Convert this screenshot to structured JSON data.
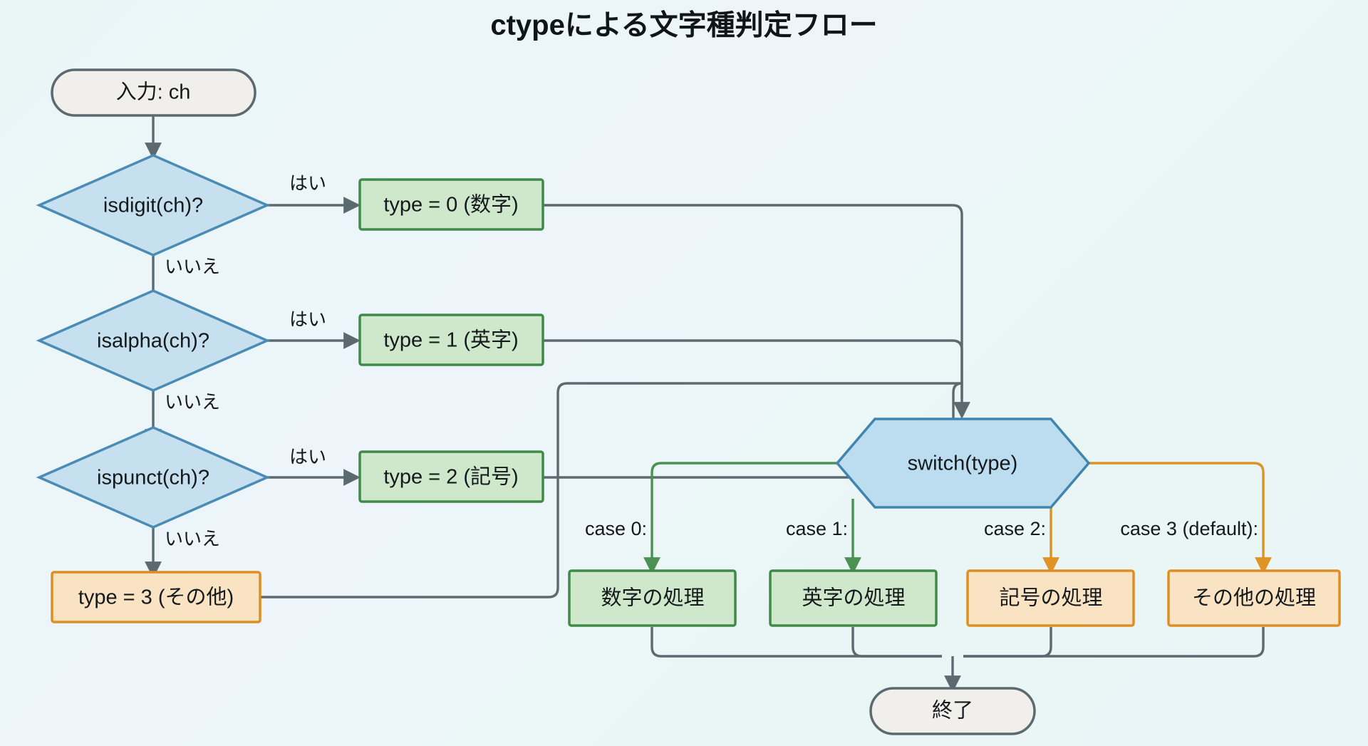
{
  "title": "ctypeによる文字種判定フロー",
  "diagram": {
    "type": "flowchart",
    "nodes": {
      "start": {
        "label": "入力: ch",
        "shape": "stadium",
        "fill": "#f1efec",
        "stroke": "#5c6a70"
      },
      "d_isdigit": {
        "label": "isdigit(ch)?",
        "shape": "diamond",
        "fill": "#c6e0f0",
        "stroke": "#4a8cb5"
      },
      "d_isalpha": {
        "label": "isalpha(ch)?",
        "shape": "diamond",
        "fill": "#c6e0f0",
        "stroke": "#4a8cb5"
      },
      "d_ispunct": {
        "label": "ispunct(ch)?",
        "shape": "diamond",
        "fill": "#c6e0f0",
        "stroke": "#4a8cb5"
      },
      "t0": {
        "label": "type = 0 (数字)",
        "shape": "rect",
        "fill": "#cfe8cc",
        "stroke": "#3f8a48"
      },
      "t1": {
        "label": "type = 1 (英字)",
        "shape": "rect",
        "fill": "#cfe8cc",
        "stroke": "#3f8a48"
      },
      "t2": {
        "label": "type = 2 (記号)",
        "shape": "rect",
        "fill": "#cfe8cc",
        "stroke": "#3f8a48"
      },
      "t3": {
        "label": "type = 3 (その他)",
        "shape": "rect",
        "fill": "#fae3c2",
        "stroke": "#dd8f22"
      },
      "switch": {
        "label": "switch(type)",
        "shape": "hexagon",
        "fill": "#bcdcf0",
        "stroke": "#3f85ad"
      },
      "p0": {
        "label": "数字の処理",
        "shape": "rect",
        "fill": "#cfe8cc",
        "stroke": "#3f8a48"
      },
      "p1": {
        "label": "英字の処理",
        "shape": "rect",
        "fill": "#cfe8cc",
        "stroke": "#3f8a48"
      },
      "p2": {
        "label": "記号の処理",
        "shape": "rect",
        "fill": "#fae3c2",
        "stroke": "#dd8f22"
      },
      "p3": {
        "label": "その他の処理",
        "shape": "rect",
        "fill": "#fae3c2",
        "stroke": "#dd8f22"
      },
      "end": {
        "label": "終了",
        "shape": "stadium",
        "fill": "#f1efec",
        "stroke": "#5c6a70"
      }
    },
    "edge_labels": {
      "yes_1": "はい",
      "no_1": "いいえ",
      "yes_2": "はい",
      "no_2": "いいえ",
      "yes_3": "はい",
      "no_3": "いいえ",
      "case_0": "case 0:",
      "case_1": "case 1:",
      "case_2": "case 2:",
      "case_3": "case 3 (default):"
    }
  }
}
